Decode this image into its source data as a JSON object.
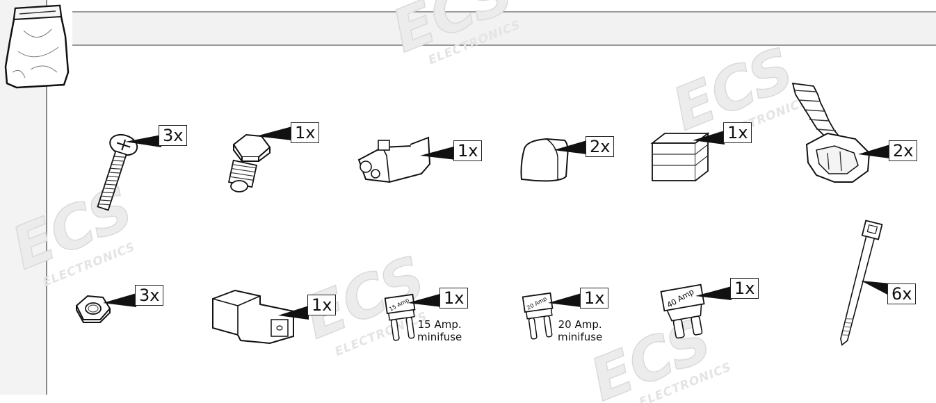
{
  "watermark": {
    "brand": "ECS",
    "sub": "ELECTRONICS"
  },
  "parts": [
    {
      "name": "screw",
      "qty": "3x"
    },
    {
      "name": "hex-bolt",
      "qty": "1x"
    },
    {
      "name": "connector",
      "qty": "1x"
    },
    {
      "name": "cap",
      "qty": "2x"
    },
    {
      "name": "fuse-holder-box",
      "qty": "1x"
    },
    {
      "name": "cable-clamp",
      "qty": "2x"
    },
    {
      "name": "nut",
      "qty": "3x"
    },
    {
      "name": "plug-housing",
      "qty": "1x"
    },
    {
      "name": "minifuse-15",
      "qty": "1x",
      "fuse_label": "15 Amp",
      "caption_line1": "15 Amp.",
      "caption_line2": "minifuse"
    },
    {
      "name": "minifuse-20",
      "qty": "1x",
      "fuse_label": "20 Amp",
      "caption_line1": "20 Amp.",
      "caption_line2": "minifuse"
    },
    {
      "name": "fuse-40",
      "qty": "1x",
      "fuse_label": "40 Amp"
    },
    {
      "name": "cable-tie",
      "qty": "6x"
    }
  ]
}
